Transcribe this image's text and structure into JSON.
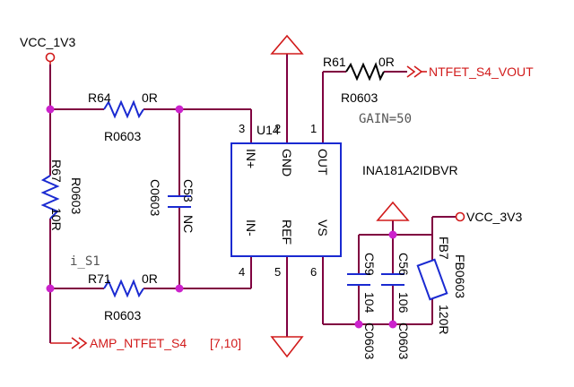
{
  "colors": {
    "wire": "#800040",
    "net": "#d11a1a",
    "component": "#1a2ad1",
    "junction": "#cc22cc"
  },
  "power_labels": {
    "vcc_1v3": "VCC_1V3",
    "vcc_3v3": "VCC_3V3"
  },
  "net_labels": {
    "ntfet_s4_vout": "NTFET_S4_VOUT",
    "amp_ntfet_s4": "AMP_NTFET_S4",
    "amp_ntfet_s4_ref": "[7,10]",
    "i_s1": "i_S1",
    "gain": "GAIN=50"
  },
  "components": {
    "r61": {
      "ref": "R61",
      "value": "0R",
      "package": "R0603"
    },
    "r64": {
      "ref": "R64",
      "value": "0R",
      "package": "R0603"
    },
    "r67": {
      "ref": "R67",
      "value": "10R",
      "package": "R0603"
    },
    "r71": {
      "ref": "R71",
      "value": "0R",
      "package": "R0603"
    },
    "c53": {
      "ref": "C53",
      "value": "NC",
      "package": "C0603"
    },
    "c59": {
      "ref": "C59",
      "value": "104",
      "package": "C0603"
    },
    "c56": {
      "ref": "C56",
      "value": "106",
      "package": "C0603"
    },
    "fb7": {
      "ref": "FB7",
      "value": "120R",
      "package": "FB0603"
    }
  },
  "ic": {
    "ref": "U14",
    "part": "INA181A2IDBVR",
    "pins": {
      "in_plus": "IN+",
      "gnd": "GND",
      "out": "OUT",
      "in_minus": "IN-",
      "ref": "REF",
      "vs": "VS"
    },
    "pin_numbers": {
      "in_plus": "3",
      "gnd": "2",
      "out": "1",
      "in_minus": "4",
      "ref": "5",
      "vs": "6"
    }
  }
}
